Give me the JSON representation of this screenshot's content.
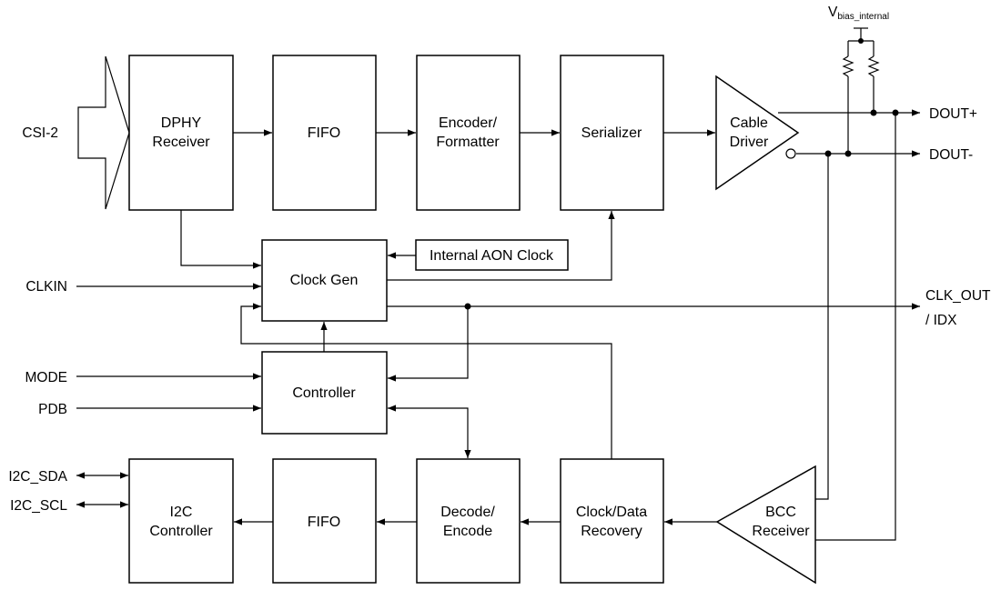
{
  "blocks": {
    "dphy": [
      "DPHY",
      "Receiver"
    ],
    "fifo_tx": [
      "FIFO"
    ],
    "encoder": [
      "Encoder/",
      "Formatter"
    ],
    "serializer": [
      "Serializer"
    ],
    "cable_driver": [
      "Cable",
      "Driver"
    ],
    "clock_gen": [
      "Clock Gen"
    ],
    "internal_aon": [
      "Internal AON Clock"
    ],
    "controller": [
      "Controller"
    ],
    "i2c_controller": [
      "I2C",
      "Controller"
    ],
    "fifo_rx": [
      "FIFO"
    ],
    "decode": [
      "Decode/",
      "Encode"
    ],
    "cdr": [
      "Clock/Data",
      "Recovery"
    ],
    "bcc": [
      "BCC",
      "Receiver"
    ]
  },
  "ports": {
    "csi2": "CSI-2",
    "clkin": "CLKIN",
    "mode": "MODE",
    "pdb": "PDB",
    "i2c_sda": "I2C_SDA",
    "i2c_scl": "I2C_SCL",
    "dout_p": "DOUT+",
    "dout_n": "DOUT-",
    "clk_out": [
      "CLK_OUT",
      "/ IDX"
    ],
    "vbias": "V",
    "vbias_sub": "bias_internal"
  }
}
